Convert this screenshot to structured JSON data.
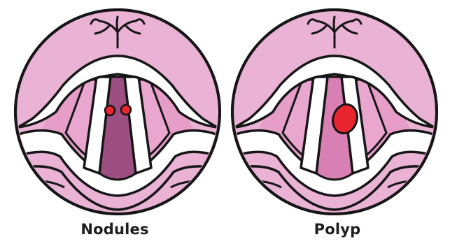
{
  "diagrams": [
    {
      "label": "Nodules",
      "lesion": "nodules",
      "colors": {
        "outer_disc": "#eab2d4",
        "outline": "#161616",
        "glottis": "#9c4f80",
        "inner_mucosa": "#e69dc8",
        "lesion": "#e8242c"
      }
    },
    {
      "label": "Polyp",
      "lesion": "polyp",
      "colors": {
        "outer_disc": "#eab2d4",
        "outline": "#161616",
        "glottis": "#d87fb3",
        "inner_mucosa": "#e69dc8",
        "lesion": "#e8242c"
      }
    }
  ]
}
